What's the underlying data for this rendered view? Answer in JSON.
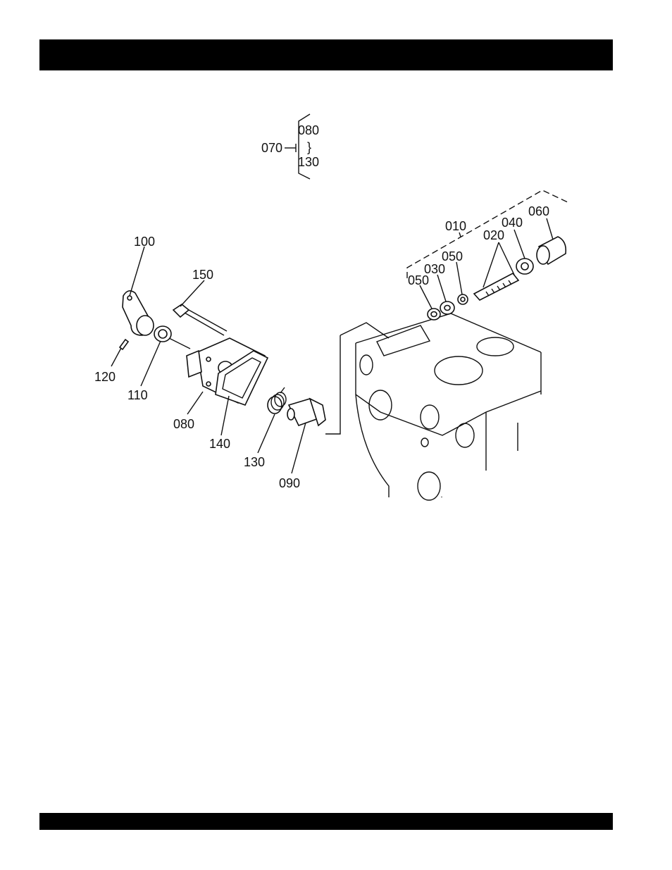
{
  "header_bar": "",
  "footer_bar": "",
  "assembly_key": {
    "parent": "070",
    "range_start": "080",
    "range_symbol": "}",
    "range_end": "130"
  },
  "callouts": {
    "p010": "010",
    "p020": "020",
    "p030": "030",
    "p040": "040",
    "p050a": "050",
    "p050b": "050",
    "p060": "060",
    "p080": "080",
    "p090": "090",
    "p100": "100",
    "p110": "110",
    "p120": "120",
    "p130": "130",
    "p140": "140",
    "p150": "150"
  }
}
